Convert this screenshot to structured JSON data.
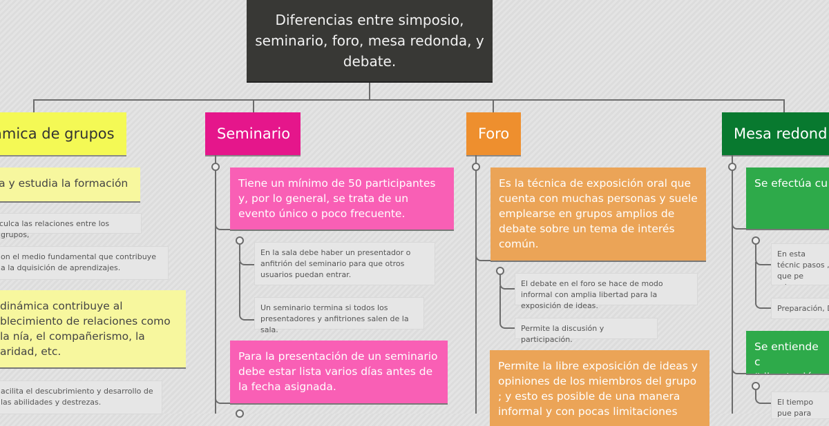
{
  "root": {
    "title": "Diferencias entre simposio, seminario, foro, mesa redonda, y debate."
  },
  "colors": {
    "root": "#383835",
    "yellow_header": "#f4f955",
    "yellow": "#f7f79e",
    "pink_header": "#e5168b",
    "pink": "#f95fb5",
    "orange_header": "#ee8f2e",
    "orange": "#eba457",
    "green_header": "#08792f",
    "green": "#2eaa4a"
  },
  "branches": {
    "dinamica": {
      "title": "ámica de grupos",
      "items": [
        "za y estudia la formación",
        "nculca las relaciones entre los grupos,",
        "on el medio fundamental que contribuye a la dquisición de aprendizajes.",
        "dinámica contribuye al blecimiento de relaciones como la nía, el compañerismo, la aridad, etc.",
        "acilita el descubrimiento y desarrollo de las abilidades y destrezas."
      ]
    },
    "seminario": {
      "title": "Seminario",
      "items": [
        "Tiene un mínimo de 50 participantes y, por lo general, se trata de un evento único o poco frecuente.",
        "En la sala debe haber un presentador o anfitrión del seminario para que otros usuarios puedan entrar.",
        "Un seminario termina si todos los presentadores y anfitriones salen de la sala.",
        "Para la presentación de un seminario debe estar lista varios días antes de la fecha asignada."
      ]
    },
    "foro": {
      "title": "Foro",
      "items": [
        "Es la técnica de exposición oral que cuenta  con muchas personas y suele emplearse en grupos amplios de debate sobre un tema de interés común.",
        "El debate en el foro se hace de modo informal con ampliа libertad para la exposición de ideas.",
        "Permite la discusión y participación.",
        "Permite la libre exposición de ideas y opiniones de los miembros del grupo ; y esto es posible de una manera informal y con pocas limitaciones"
      ]
    },
    "mesa": {
      "title": "Mesa redond",
      "items": [
        "Se efectúa cu punto de vista sobre un tema",
        "En esta técnic pasos , que pe misma , entre l",
        "Preparación, D",
        "Se entiende c “disertación d",
        "El tiempo pue para realizar la"
      ]
    }
  }
}
